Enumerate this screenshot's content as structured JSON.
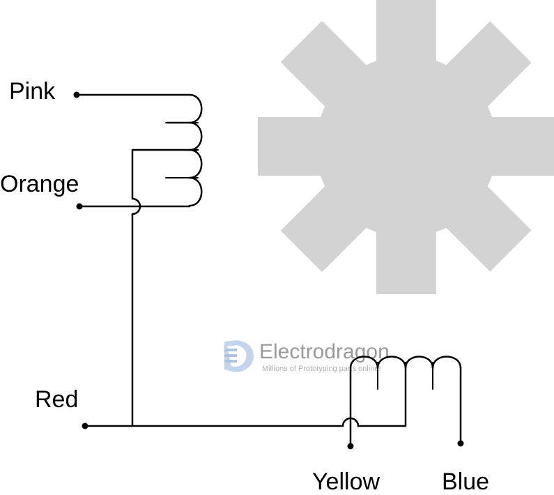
{
  "diagram": {
    "labels": {
      "pink": "Pink",
      "orange": "Orange",
      "red": "Red",
      "yellow": "Yellow",
      "blue": "Blue"
    }
  },
  "watermark": {
    "title": "Electrodragon",
    "tagline": "Millions of Prototyping parts online!"
  },
  "colors": {
    "wire": "#000000",
    "rotor": "#d3d3d3",
    "watermark_logo": "#a9c3e6",
    "watermark_text": "#9a9a9a"
  }
}
